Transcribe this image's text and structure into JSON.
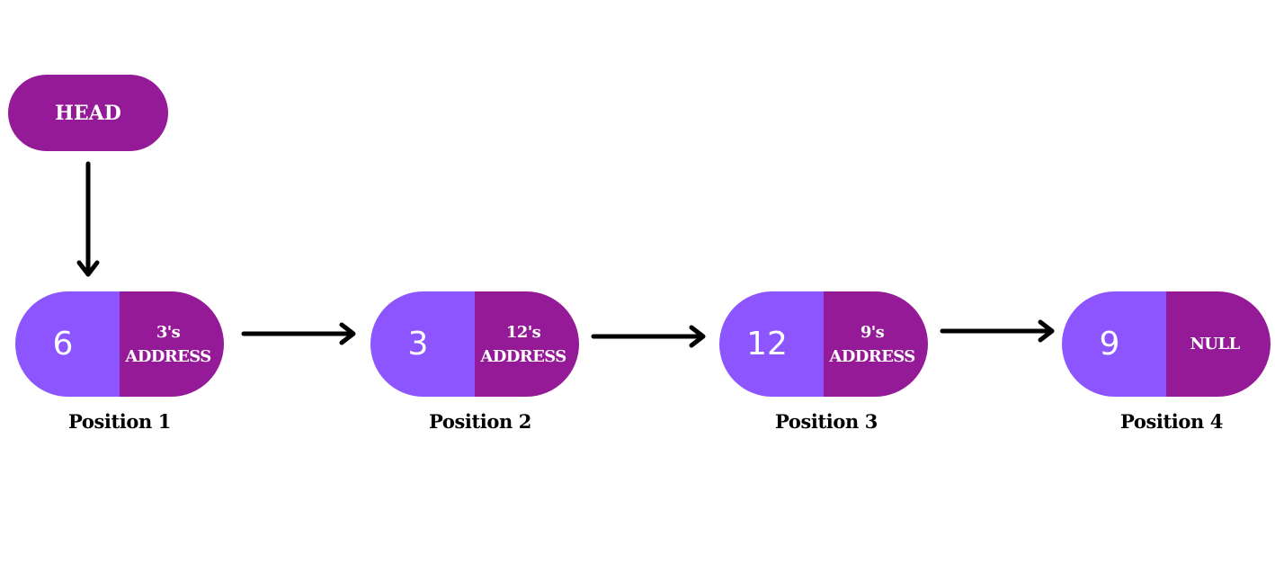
{
  "colors": {
    "pointer": "#951a97",
    "data": "#8c55ff",
    "arrow": "#000000",
    "background": "#ffffff"
  },
  "head_label": "HEAD",
  "nodes": [
    {
      "value": "6",
      "pointer_line1": "3's",
      "pointer_line2": "ADDRESS",
      "position_label": "Position 1"
    },
    {
      "value": "3",
      "pointer_line1": "12's",
      "pointer_line2": "ADDRESS",
      "position_label": "Position 2"
    },
    {
      "value": "12",
      "pointer_line1": "9's",
      "pointer_line2": "ADDRESS",
      "position_label": "Position 3"
    },
    {
      "value": "9",
      "pointer_line1": "NULL",
      "pointer_line2": "",
      "position_label": "Position 4"
    }
  ]
}
